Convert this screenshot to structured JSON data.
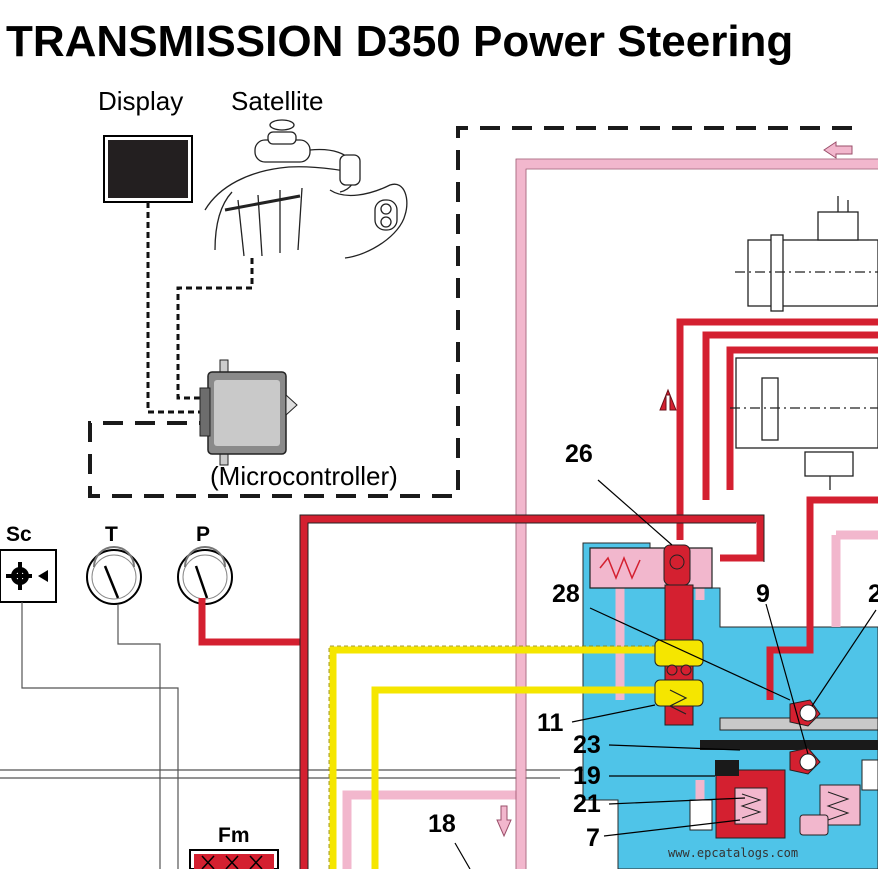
{
  "title": "TRANSMISSION D350 Power Steering",
  "labels": {
    "display": "Display",
    "satellite": "Satellite",
    "microcontroller": "(Microcontroller)"
  },
  "gauges": [
    {
      "id": "sc",
      "label": "Sc"
    },
    {
      "id": "t",
      "label": "T"
    },
    {
      "id": "p",
      "label": "P"
    }
  ],
  "component_fm": "Fm",
  "callouts": {
    "c26": "26",
    "c28": "28",
    "c9": "9",
    "c2": "2",
    "c11": "11",
    "c23": "23",
    "c19": "19",
    "c21": "21",
    "c7": "7",
    "c18": "18"
  },
  "watermark": "www.epcatalogs.com",
  "colors": {
    "pressure_red": "#d42030",
    "return_pink": "#f2b7cd",
    "tank_blue": "#4fc4e8",
    "pilot_yellow": "#f5e600"
  }
}
